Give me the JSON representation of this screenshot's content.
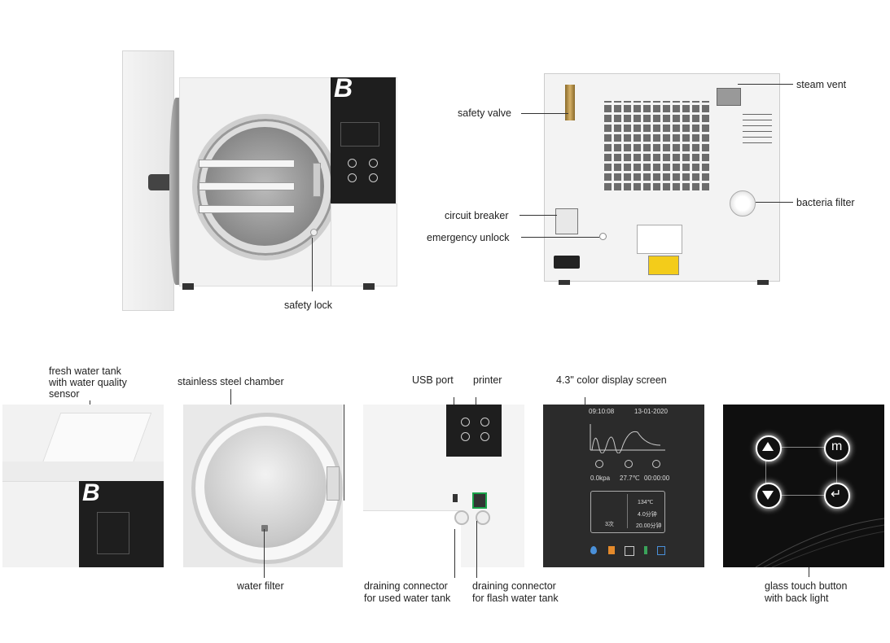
{
  "labels": {
    "safety_lock": "safety lock",
    "safety_valve": "safety valve",
    "steam_vent": "steam vent",
    "circuit_breaker": "circuit breaker",
    "emergency_unlock": "emergency unlock",
    "bacteria_filter": "bacteria filter",
    "fresh_water_tank": [
      "fresh water tank",
      "with water quality",
      "sensor"
    ],
    "stainless_steel_chamber": "stainless steel chamber",
    "water_filter": "water filter",
    "usb_port": "USB port",
    "printer": "printer",
    "color_display": "4.3\" color display screen",
    "draining_used": [
      "draining connector",
      "for used water tank"
    ],
    "draining_flash": [
      "draining connector",
      "for flash water tank"
    ],
    "glass_touch": [
      "glass touch button",
      "with back light"
    ]
  },
  "brand_letter": "B",
  "display": {
    "time": "09:10:08",
    "date": "13-01-2020",
    "pressure": "0.0kpa",
    "temperature": "27.7℃",
    "timer": "00:00:00",
    "temp_set": "134℃",
    "time_set_1": "4.0分钟",
    "time_set_2": "20.00分钟",
    "count": "3次"
  },
  "colors": {
    "panel_dark": "#1e1e1e",
    "screen_dark": "#2b2b2b",
    "accent_blue": "#4a90d9",
    "accent_orange": "#e58a2b"
  }
}
